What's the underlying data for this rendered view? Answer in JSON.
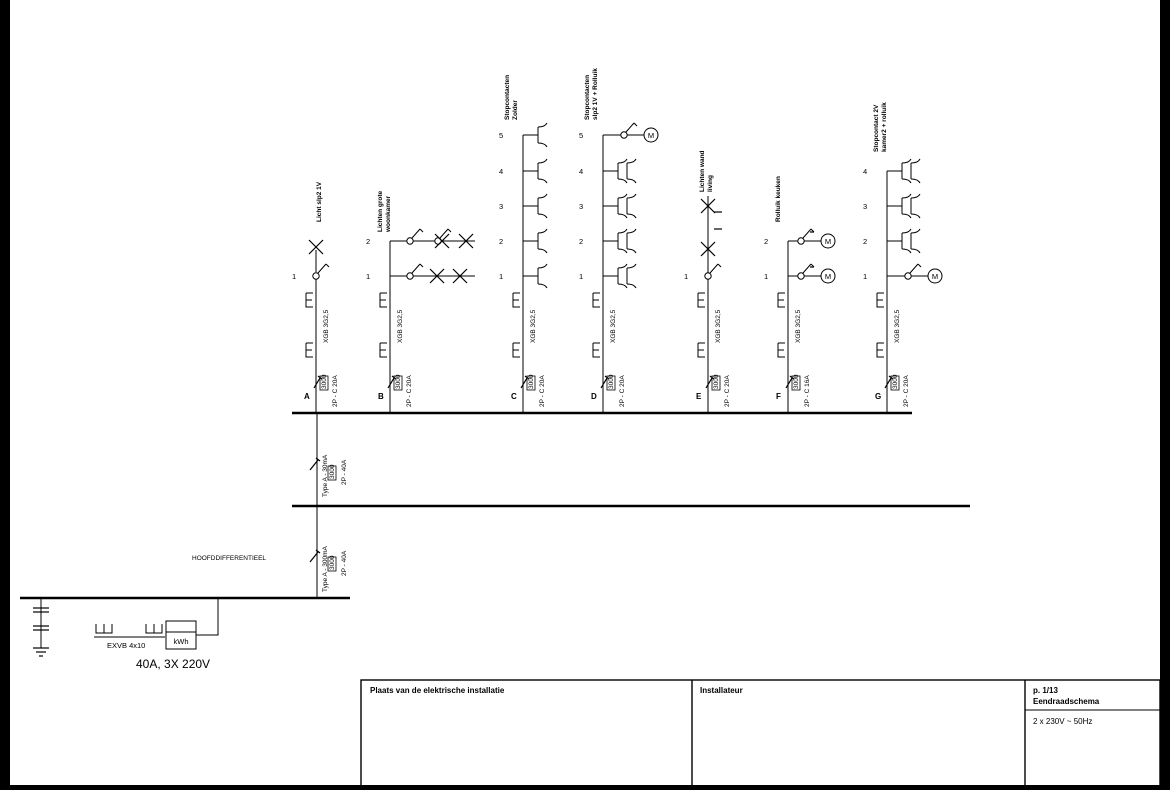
{
  "main_supply": {
    "meter_label": "kWh",
    "cable_label": "EXVB 4x10",
    "rating_label": "40A, 3X 220V",
    "main_differential_label": "HOOFDDIFFERENTIEEL",
    "main_breaker_type": "Type A - 300mA",
    "main_breaker_brand": "3000",
    "main_breaker_rating": "2P - 40A",
    "sub_breaker_type": "Type A - 30mA",
    "sub_breaker_brand": "3000",
    "sub_breaker_rating": "2P - 40A"
  },
  "circuits": [
    {
      "letter": "A",
      "cable": "XGB 3G2,5",
      "breaker_brand": "3000",
      "breaker_rating": "2P - C 20A",
      "title_lines": [
        "Licht slp2 1V"
      ],
      "point_numbers": [
        "1"
      ]
    },
    {
      "letter": "B",
      "cable": "XGB 3G2,5",
      "breaker_brand": "3000",
      "breaker_rating": "2P - C 20A",
      "title_lines": [
        "Lichten grote",
        "woonkamer"
      ],
      "point_numbers": [
        "1",
        "2"
      ]
    },
    {
      "letter": "C",
      "cable": "XGB 3G2,5",
      "breaker_brand": "3000",
      "breaker_rating": "2P - C 20A",
      "title_lines": [
        "Stopcontacten",
        "Zolder"
      ],
      "point_numbers": [
        "1",
        "2",
        "3",
        "4",
        "5"
      ]
    },
    {
      "letter": "D",
      "cable": "XGB 3G2,5",
      "breaker_brand": "3000",
      "breaker_rating": "2P - C 20A",
      "title_lines": [
        "Stopcontacten",
        "slp2 1V + Rolluik"
      ],
      "point_numbers": [
        "1",
        "2",
        "3",
        "4",
        "5"
      ],
      "motor_label": "M"
    },
    {
      "letter": "E",
      "cable": "XGB 3G2,5",
      "breaker_brand": "3000",
      "breaker_rating": "2P - C 20A",
      "title_lines": [
        "Lichten wand",
        "living"
      ],
      "point_numbers": [
        "1"
      ]
    },
    {
      "letter": "F",
      "cable": "XGB 3G2,5",
      "breaker_brand": "3000",
      "breaker_rating": "2P - C 16A",
      "title_lines": [
        "Rolluik keuken"
      ],
      "point_numbers": [
        "1",
        "2"
      ],
      "motor_label": "M"
    },
    {
      "letter": "G",
      "cable": "XGB 3G2,5",
      "breaker_brand": "3000",
      "breaker_rating": "2P - C 20A",
      "title_lines": [
        "Stopcontact 2V",
        "kamer2 + rolluik"
      ],
      "point_numbers": [
        "1",
        "2",
        "3",
        "4"
      ],
      "motor_label": "M"
    }
  ],
  "title_block": {
    "location_label": "Plaats van de elektrische installatie",
    "installer_label": "Installateur",
    "page_label": "p. 1/13",
    "schema_label": "Eendraadschema",
    "voltage_label": "2 x 230V ~ 50Hz"
  }
}
